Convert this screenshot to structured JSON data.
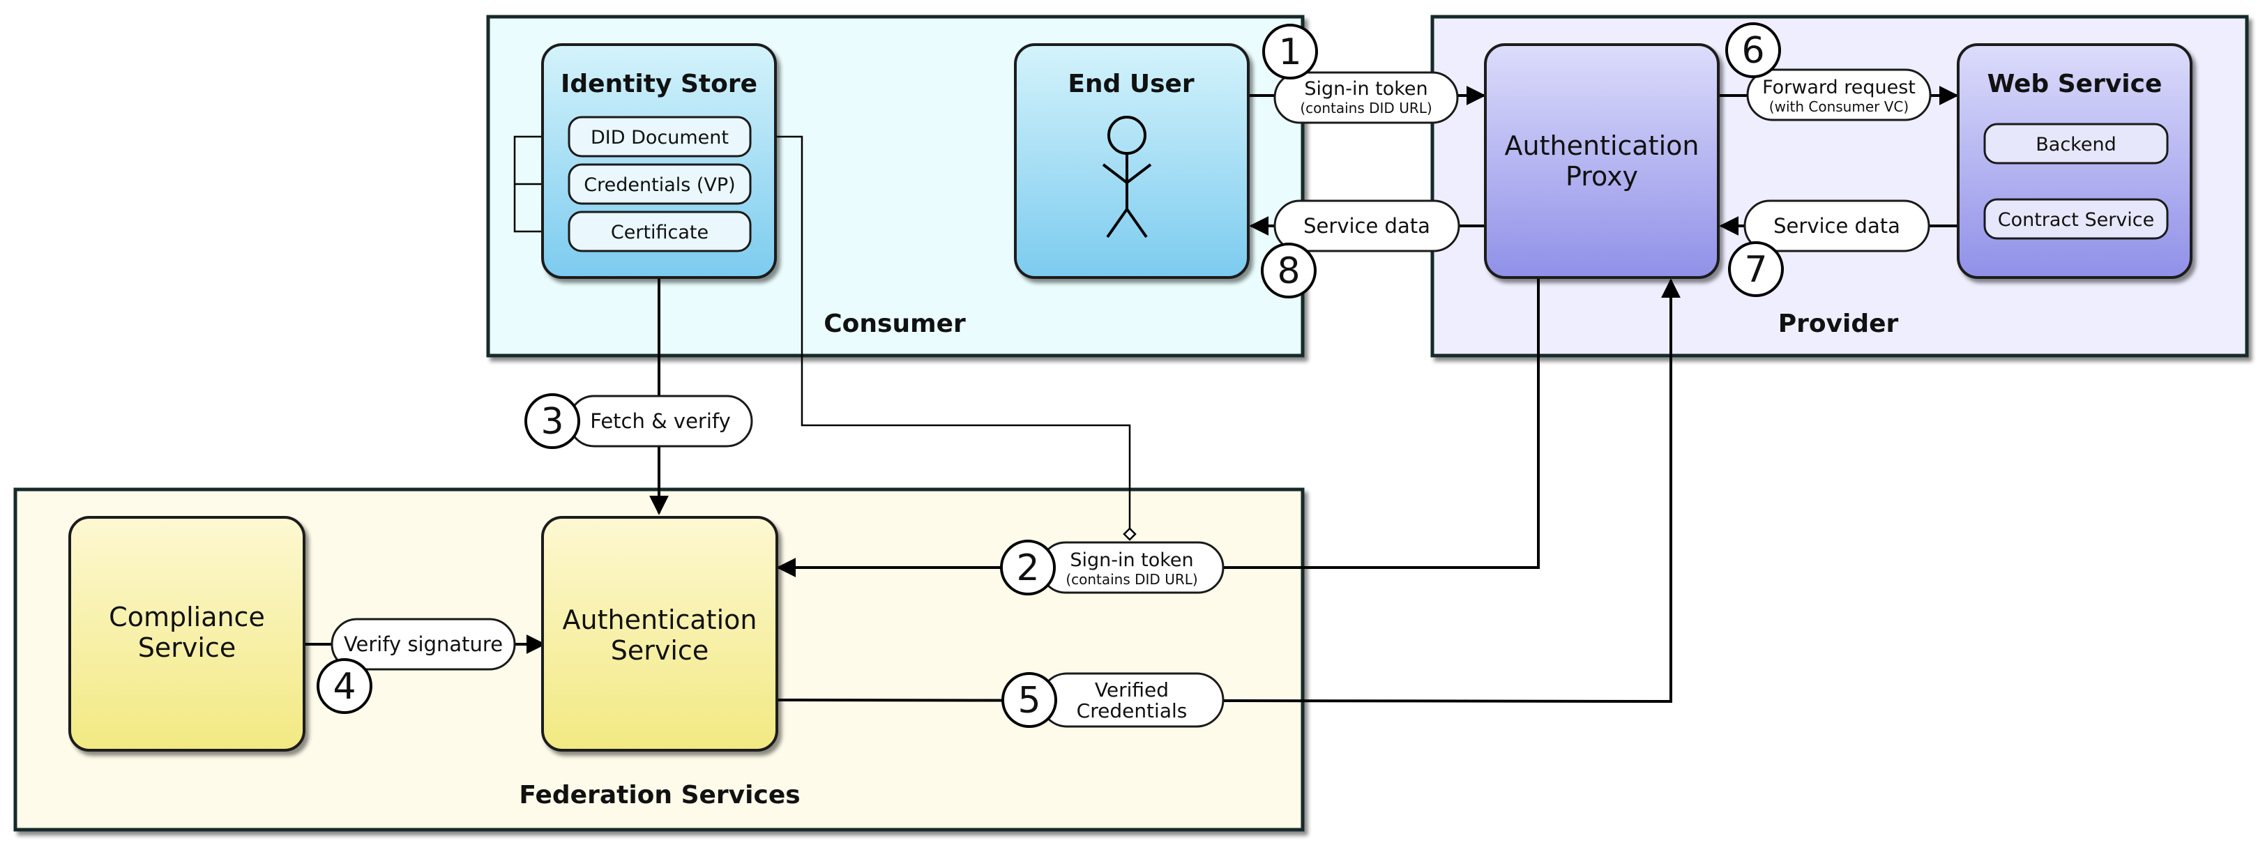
{
  "groups": {
    "consumer": "Consumer",
    "provider": "Provider",
    "federation": "Federation Services"
  },
  "nodes": {
    "identity_store": {
      "title": "Identity Store",
      "items": [
        "DID Document",
        "Credentials (VP)",
        "Certificate"
      ]
    },
    "end_user": {
      "title": "End User"
    },
    "auth_proxy": {
      "line1": "Authentication",
      "line2": "Proxy"
    },
    "web_service": {
      "title": "Web Service",
      "items": [
        "Backend",
        "Contract Service"
      ]
    },
    "compliance": {
      "line1": "Compliance",
      "line2": "Service"
    },
    "auth_service": {
      "line1": "Authentication",
      "line2": "Service"
    }
  },
  "steps": [
    {
      "number": "1",
      "label": "Sign-in token",
      "sub": "(contains DID URL)"
    },
    {
      "number": "2",
      "label": "Sign-in token",
      "sub": "(contains DID URL)"
    },
    {
      "number": "3",
      "label": "Fetch & verify",
      "sub": ""
    },
    {
      "number": "4",
      "label": "Verify signature",
      "sub": ""
    },
    {
      "number": "5",
      "label": "Verified",
      "sub": "Credentials"
    },
    {
      "number": "6",
      "label": "Forward request",
      "sub": "(with Consumer VC)"
    },
    {
      "number": "7",
      "label": "Service data",
      "sub": ""
    },
    {
      "number": "8",
      "label": "Service data",
      "sub": ""
    }
  ],
  "colors": {
    "consumer_bg": "#eafcfd",
    "provider_bg": "#eeeefe",
    "federation_bg": "#fefbea",
    "blue_node": "#7fd0f0",
    "purple_node": "#9494ea",
    "yellow_node": "#f3ea88"
  }
}
